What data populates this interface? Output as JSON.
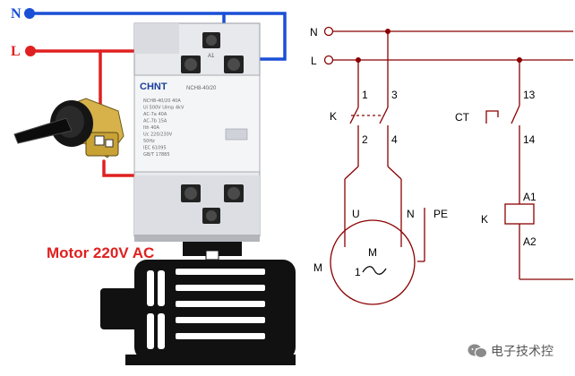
{
  "terminals": {
    "n_label": "N",
    "l_label": "L"
  },
  "contactor": {
    "brand": "CHNT",
    "model": "NCH8-40/20",
    "top_terminal_label": "A1",
    "spec_lines": [
      "NCH8-40/20 40A",
      "Ui 500V  Uimp 4kV",
      "AC-7a 40A",
      "AC-7b 15A",
      "Ith 40A",
      "Uc 220/230V",
      "50Hz",
      "IEC 61095",
      "GB/T 17885"
    ]
  },
  "motor_caption": "Motor 220V AC",
  "schematic": {
    "n_label": "N",
    "l_label": "L",
    "k_contact": {
      "label": "K",
      "top_left": "1",
      "top_right": "3",
      "bottom_left": "2",
      "bottom_right": "4"
    },
    "ct_contact": {
      "label": "CT",
      "top": "13",
      "bottom": "14"
    },
    "coil": {
      "label": "K",
      "top": "A1",
      "bottom": "A2"
    },
    "motor": {
      "label": "M",
      "inner_label": "M",
      "phase": "1",
      "symbol": "~",
      "u_label": "U",
      "n_label": "N",
      "pe_label": "PE"
    }
  },
  "watermark": {
    "text": "电子技术控"
  },
  "colors": {
    "neutral_wire": "#1a4fd6",
    "line_wire": "#e02020",
    "schematic_line": "#8b0000",
    "schematic_text": "#000000",
    "caption": "#e02020"
  }
}
